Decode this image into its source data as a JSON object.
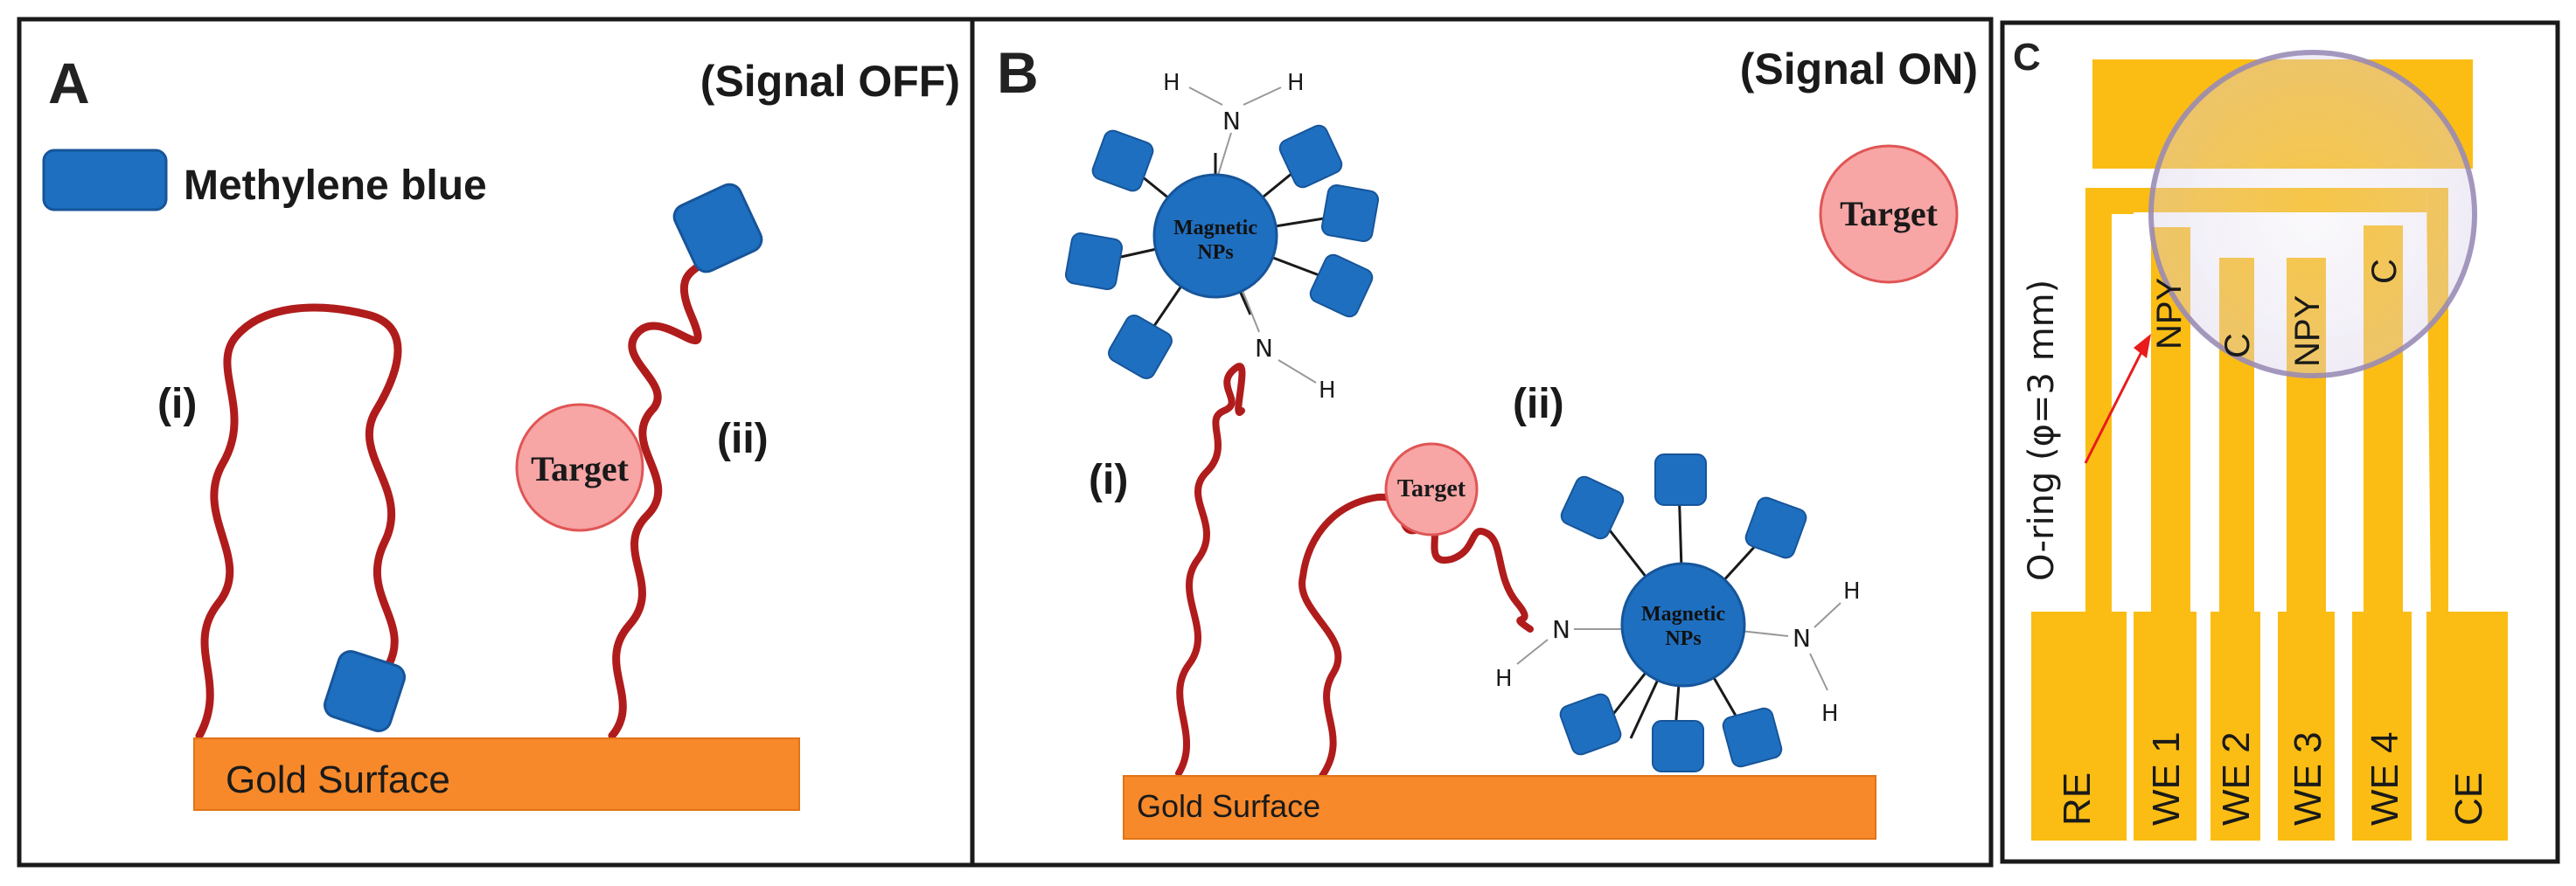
{
  "panelA": {
    "letter": "A",
    "state": "(Signal OFF)",
    "legend_label": "Methylene blue",
    "label_i": "(i)",
    "label_ii": "(ii)",
    "target": "Target",
    "surface": "Gold Surface"
  },
  "panelB": {
    "letter": "B",
    "state": "(Signal ON)",
    "label_i": "(i)",
    "label_ii": "(ii)",
    "target_free": "Target",
    "target_bound": "Target",
    "np_line1": "Magnetic",
    "np_line2": "NPs",
    "atom_N": "N",
    "atom_H": "H",
    "surface": "Gold Surface"
  },
  "panelC": {
    "letter": "C",
    "oring": "O-ring (φ=3 mm)",
    "top_labels": [
      "NPY",
      "C",
      "NPY",
      "C"
    ],
    "electrodes": [
      "RE",
      "WE 1",
      "WE 2",
      "WE 3",
      "WE 4",
      "CE"
    ]
  },
  "colors": {
    "mb": "#1f6fc0",
    "dna": "#b01c1c",
    "target_fill": "#f7a5a5",
    "target_stroke": "#e05555",
    "gold_surface": "#f7892a",
    "electrode": "#fbbd14",
    "np": "#1f6fc0"
  }
}
